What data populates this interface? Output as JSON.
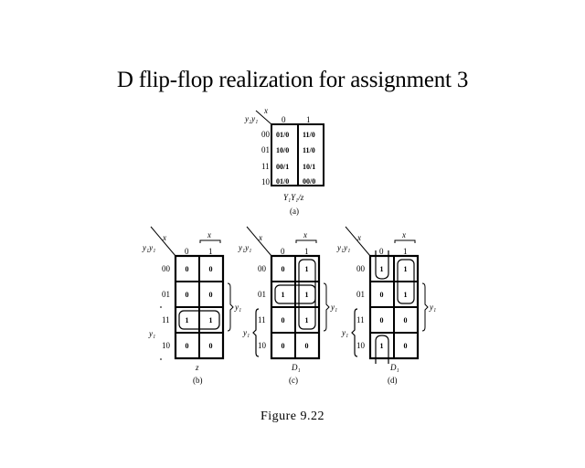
{
  "title": "D flip-flop realization for assignment 3",
  "caption": "Figure 9.22",
  "row_codes": [
    "00",
    "01",
    "11",
    "10"
  ],
  "col_codes": [
    "0",
    "1"
  ],
  "map_a": {
    "corner_col_var": "x",
    "corner_row_vars": "y₂y₁",
    "cells": [
      [
        "01/0",
        "11/0"
      ],
      [
        "10/0",
        "11/0"
      ],
      [
        "00/1",
        "10/1"
      ],
      [
        "01/0",
        "00/0"
      ]
    ],
    "output_label": "Y₁Y₁/z",
    "sublabel": "(a)"
  },
  "maps": [
    {
      "id": "b",
      "corner_col_var": "x",
      "corner_row_vars": "y₁y₁",
      "top_brace_label": "x",
      "right_brace_label": "y₁",
      "left_brace_label": "y₁",
      "cells": [
        [
          "0",
          "0"
        ],
        [
          "0",
          "0"
        ],
        [
          "1",
          "1"
        ],
        [
          "0",
          "0"
        ]
      ],
      "output_label": "z",
      "sublabel": "(b)"
    },
    {
      "id": "c",
      "corner_col_var": "x",
      "corner_row_vars": "y₁y₁",
      "top_brace_label": "x",
      "right_brace_label": "y₁",
      "left_brace_label": "y₁",
      "cells": [
        [
          "0",
          "1"
        ],
        [
          "1",
          "1"
        ],
        [
          "0",
          "1"
        ],
        [
          "0",
          "0"
        ]
      ],
      "output_label": "D₁",
      "sublabel": "(c)"
    },
    {
      "id": "d",
      "corner_col_var": "x",
      "corner_row_vars": "y₁y₁",
      "top_brace_label": "x",
      "right_brace_label": "y₁",
      "left_brace_label": "y₁",
      "cells": [
        [
          "1",
          "1"
        ],
        [
          "0",
          "1"
        ],
        [
          "0",
          "0"
        ],
        [
          "1",
          "0"
        ]
      ],
      "output_label": "D₁",
      "sublabel": "(d)"
    }
  ]
}
